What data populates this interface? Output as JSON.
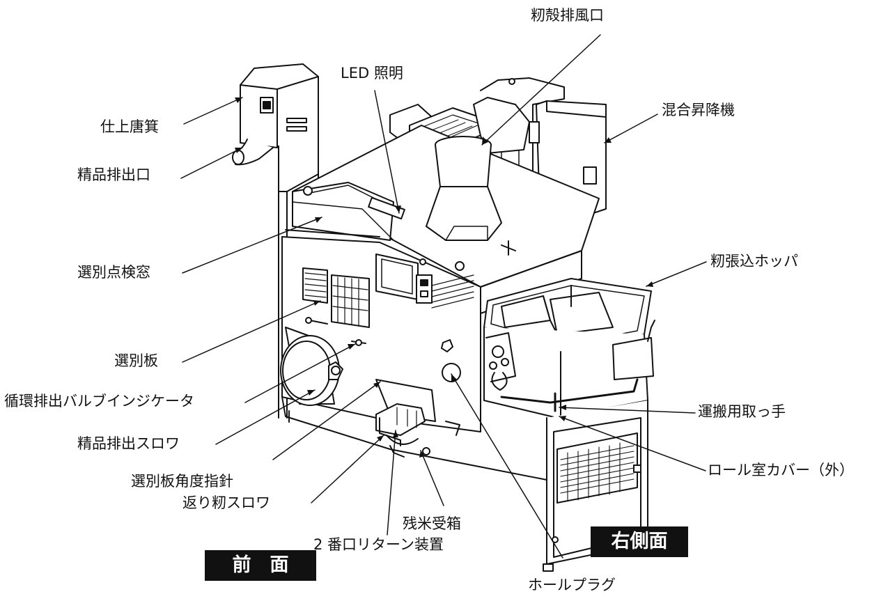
{
  "labels": {
    "momigara_haifuu": "籾殻排風口",
    "led": "LED 照明",
    "shiage_touki": "仕上唐箕",
    "kongou_shoukouki": "混合昇降機",
    "seihin_haishutsuguchi": "精品排出口",
    "momi_harikomi_hoppa": "籾張込ホッパ",
    "senbetsu_tenken_mado": "選別点検窓",
    "senbetsu_ban": "選別板",
    "junkan_valve_indicator": "循環排出バルブインジケータ",
    "unpan_totte": "運搬用取っ手",
    "seihin_surowa": "精品排出スロワ",
    "roll_shitsu_cover": "ロール室カバー（外）",
    "senbetsu_kakudo": "選別板角度指針",
    "kaeri_momi_surowa": "返り籾スロワ",
    "zanmai_ukebako": "残米受箱",
    "nibanguchi_return": "2 番口リターン装置",
    "hole_plug": "ホールプラグ"
  },
  "views": {
    "front": "前　面",
    "right": "右側面"
  }
}
